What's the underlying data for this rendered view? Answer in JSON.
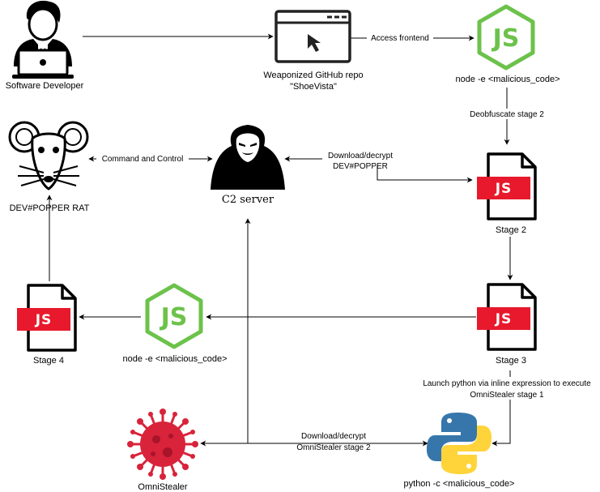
{
  "nodes": {
    "developer": {
      "label": "Software Developer"
    },
    "github_repo": {
      "label_line1": "Weaponized GitHub repo",
      "label_line2": "\"ShoeVista\""
    },
    "node_top": {
      "label": "node -e <malicious_code>",
      "icon_text": "JS"
    },
    "rat": {
      "label": "DEV#POPPER RAT"
    },
    "c2": {
      "label": "C2 server"
    },
    "stage2": {
      "label": "Stage 2",
      "icon_text": "JS"
    },
    "stage3": {
      "label": "Stage 3",
      "icon_text": "JS"
    },
    "stage4": {
      "label": "Stage 4",
      "icon_text": "JS"
    },
    "node_mid": {
      "label": "node -e <malicious_code>",
      "icon_text": "JS"
    },
    "omnistealer": {
      "label": "OmniStealer"
    },
    "python": {
      "label": "python -c <malicious_code>"
    }
  },
  "edges": {
    "access_frontend": "Access frontend",
    "deobfuscate": "Deobfuscate stage 2",
    "cnc": "Command and Control",
    "download_popper_1": "Download/decrypt",
    "download_popper_2": "DEV#POPPER",
    "launch_python_1": "Launch python via inline expression to execute",
    "launch_python_2": "OmniStealer stage 1",
    "download_omni_1": "Download/decrypt",
    "download_omni_2": "OmniStealer stage 2"
  },
  "colors": {
    "js_file_red": "#e8192c",
    "node_green": "#6cc24a",
    "virus_red": "#d8233a",
    "python_blue": "#3776ab",
    "python_yellow": "#ffd43b"
  },
  "icons": {
    "developer": "developer-icon",
    "browser": "browser-window-icon",
    "rat": "rat-icon",
    "hacker": "hacker-icon",
    "virus": "virus-icon",
    "python": "python-icon"
  }
}
